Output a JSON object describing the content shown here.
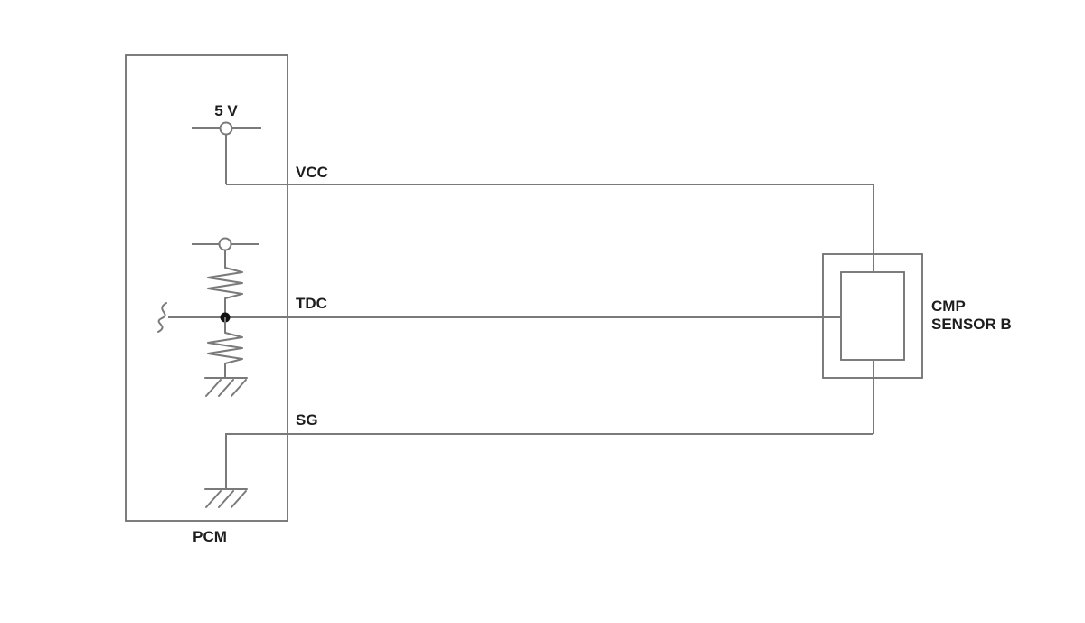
{
  "diagram": {
    "type": "wiring-schematic",
    "pcm": {
      "label": "PCM"
    },
    "sensor": {
      "label_line1": "CMP",
      "label_line2": "SENSOR B"
    },
    "supply": {
      "label": "5 V"
    },
    "wires": {
      "vcc_label": "VCC",
      "tdc_label": "TDC",
      "sg_label": "SG"
    },
    "components": [
      "5v-supply-terminal",
      "pullup-terminal",
      "pullup-resistor",
      "pulldown-resistor",
      "tdc-junction",
      "pcm-internal-ground",
      "sg-ground",
      "wire-break"
    ]
  },
  "colors": {
    "wire_line": "#7a7a7a",
    "box_line": "#6f6f6f",
    "text": "#1d1d1d",
    "junction_dot": "#111111",
    "background": "#ffffff"
  }
}
